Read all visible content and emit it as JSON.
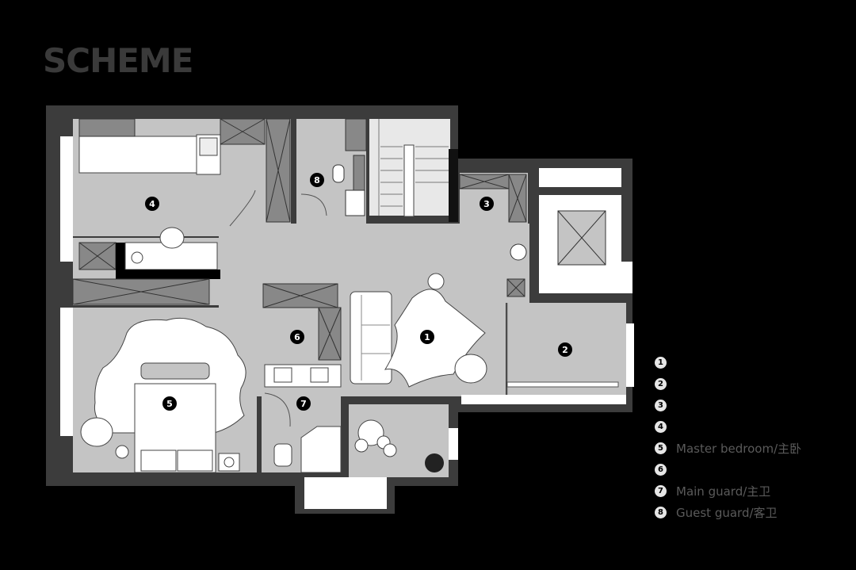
{
  "title": "SCHEME",
  "markers": [
    "1",
    "2",
    "3",
    "4",
    "5",
    "6",
    "7",
    "8"
  ],
  "legend": [
    {
      "num": "1",
      "label": ""
    },
    {
      "num": "2",
      "label": ""
    },
    {
      "num": "3",
      "label": ""
    },
    {
      "num": "4",
      "label": ""
    },
    {
      "num": "5",
      "label": "Master bedroom/主卧"
    },
    {
      "num": "6",
      "label": ""
    },
    {
      "num": "7",
      "label": "Main guard/主卫"
    },
    {
      "num": "8",
      "label": "Guest guard/客卫"
    }
  ]
}
